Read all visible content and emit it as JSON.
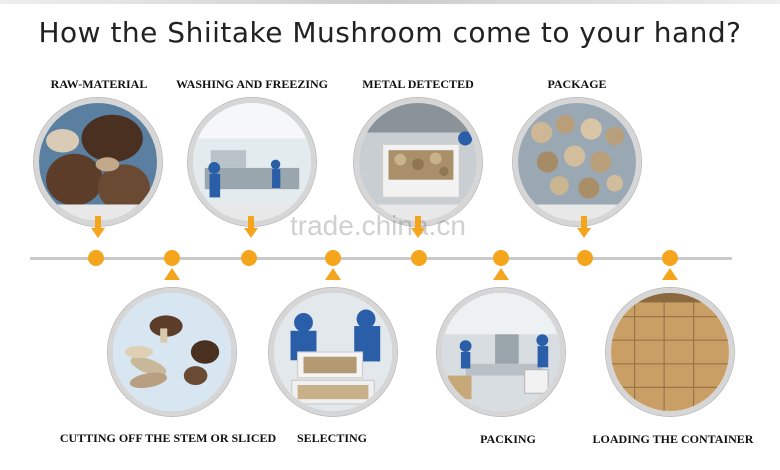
{
  "title": "How the Shiitake Mushroom come to your hand?",
  "watermark": "trade.china.cn",
  "colors": {
    "accent": "#f4a51c",
    "line": "#c9c9c9",
    "ring": "#d6d6d6"
  },
  "top_steps": [
    {
      "label": "RAW-MATERIAL",
      "image": "mushroom-icon"
    },
    {
      "label": "WASHING AND FREEZING",
      "image": "factory-icon"
    },
    {
      "label": "METAL DETECTED",
      "image": "crate-icon"
    },
    {
      "label": "PACKAGE",
      "image": "bag-icon"
    }
  ],
  "bottom_steps": [
    {
      "label": "CUTTING OFF THE STEM OR SLICED",
      "image": "sliced-mushroom-icon"
    },
    {
      "label": "SELECTING",
      "image": "workers-icon"
    },
    {
      "label": "PACKING",
      "image": "packing-line-icon"
    },
    {
      "label": "LOADING THE CONTAINER",
      "image": "boxes-icon"
    }
  ]
}
